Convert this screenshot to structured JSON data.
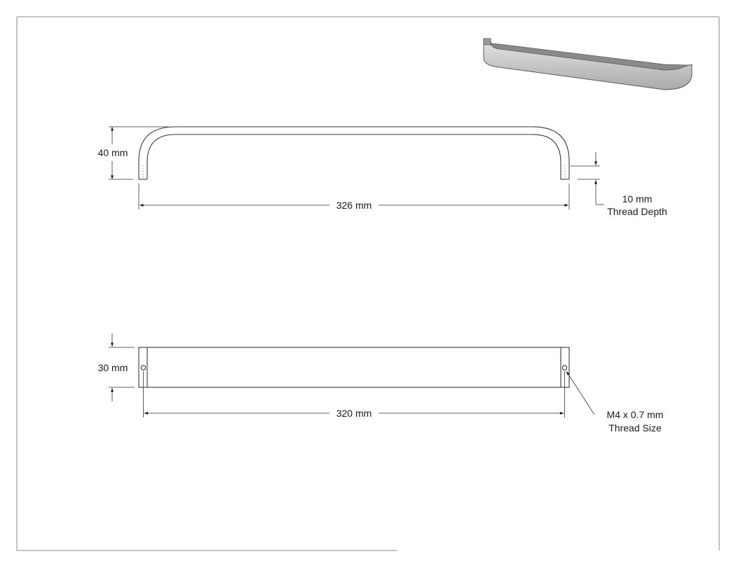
{
  "drawing": {
    "front_view": {
      "height_label": "40 mm",
      "length_label": "326 mm",
      "thread_depth_value": "10 mm",
      "thread_depth_caption": "Thread Depth"
    },
    "top_view": {
      "height_label": "30 mm",
      "length_label": "320 mm",
      "thread_size_value": "M4 x 0.7 mm",
      "thread_size_caption": "Thread Size"
    },
    "iso_view": {
      "colors": {
        "top": "#8a8a8a",
        "front_light": "#e4e4e4",
        "front_dark": "#a9a9a9",
        "edge": "#5a5a5a"
      }
    }
  }
}
